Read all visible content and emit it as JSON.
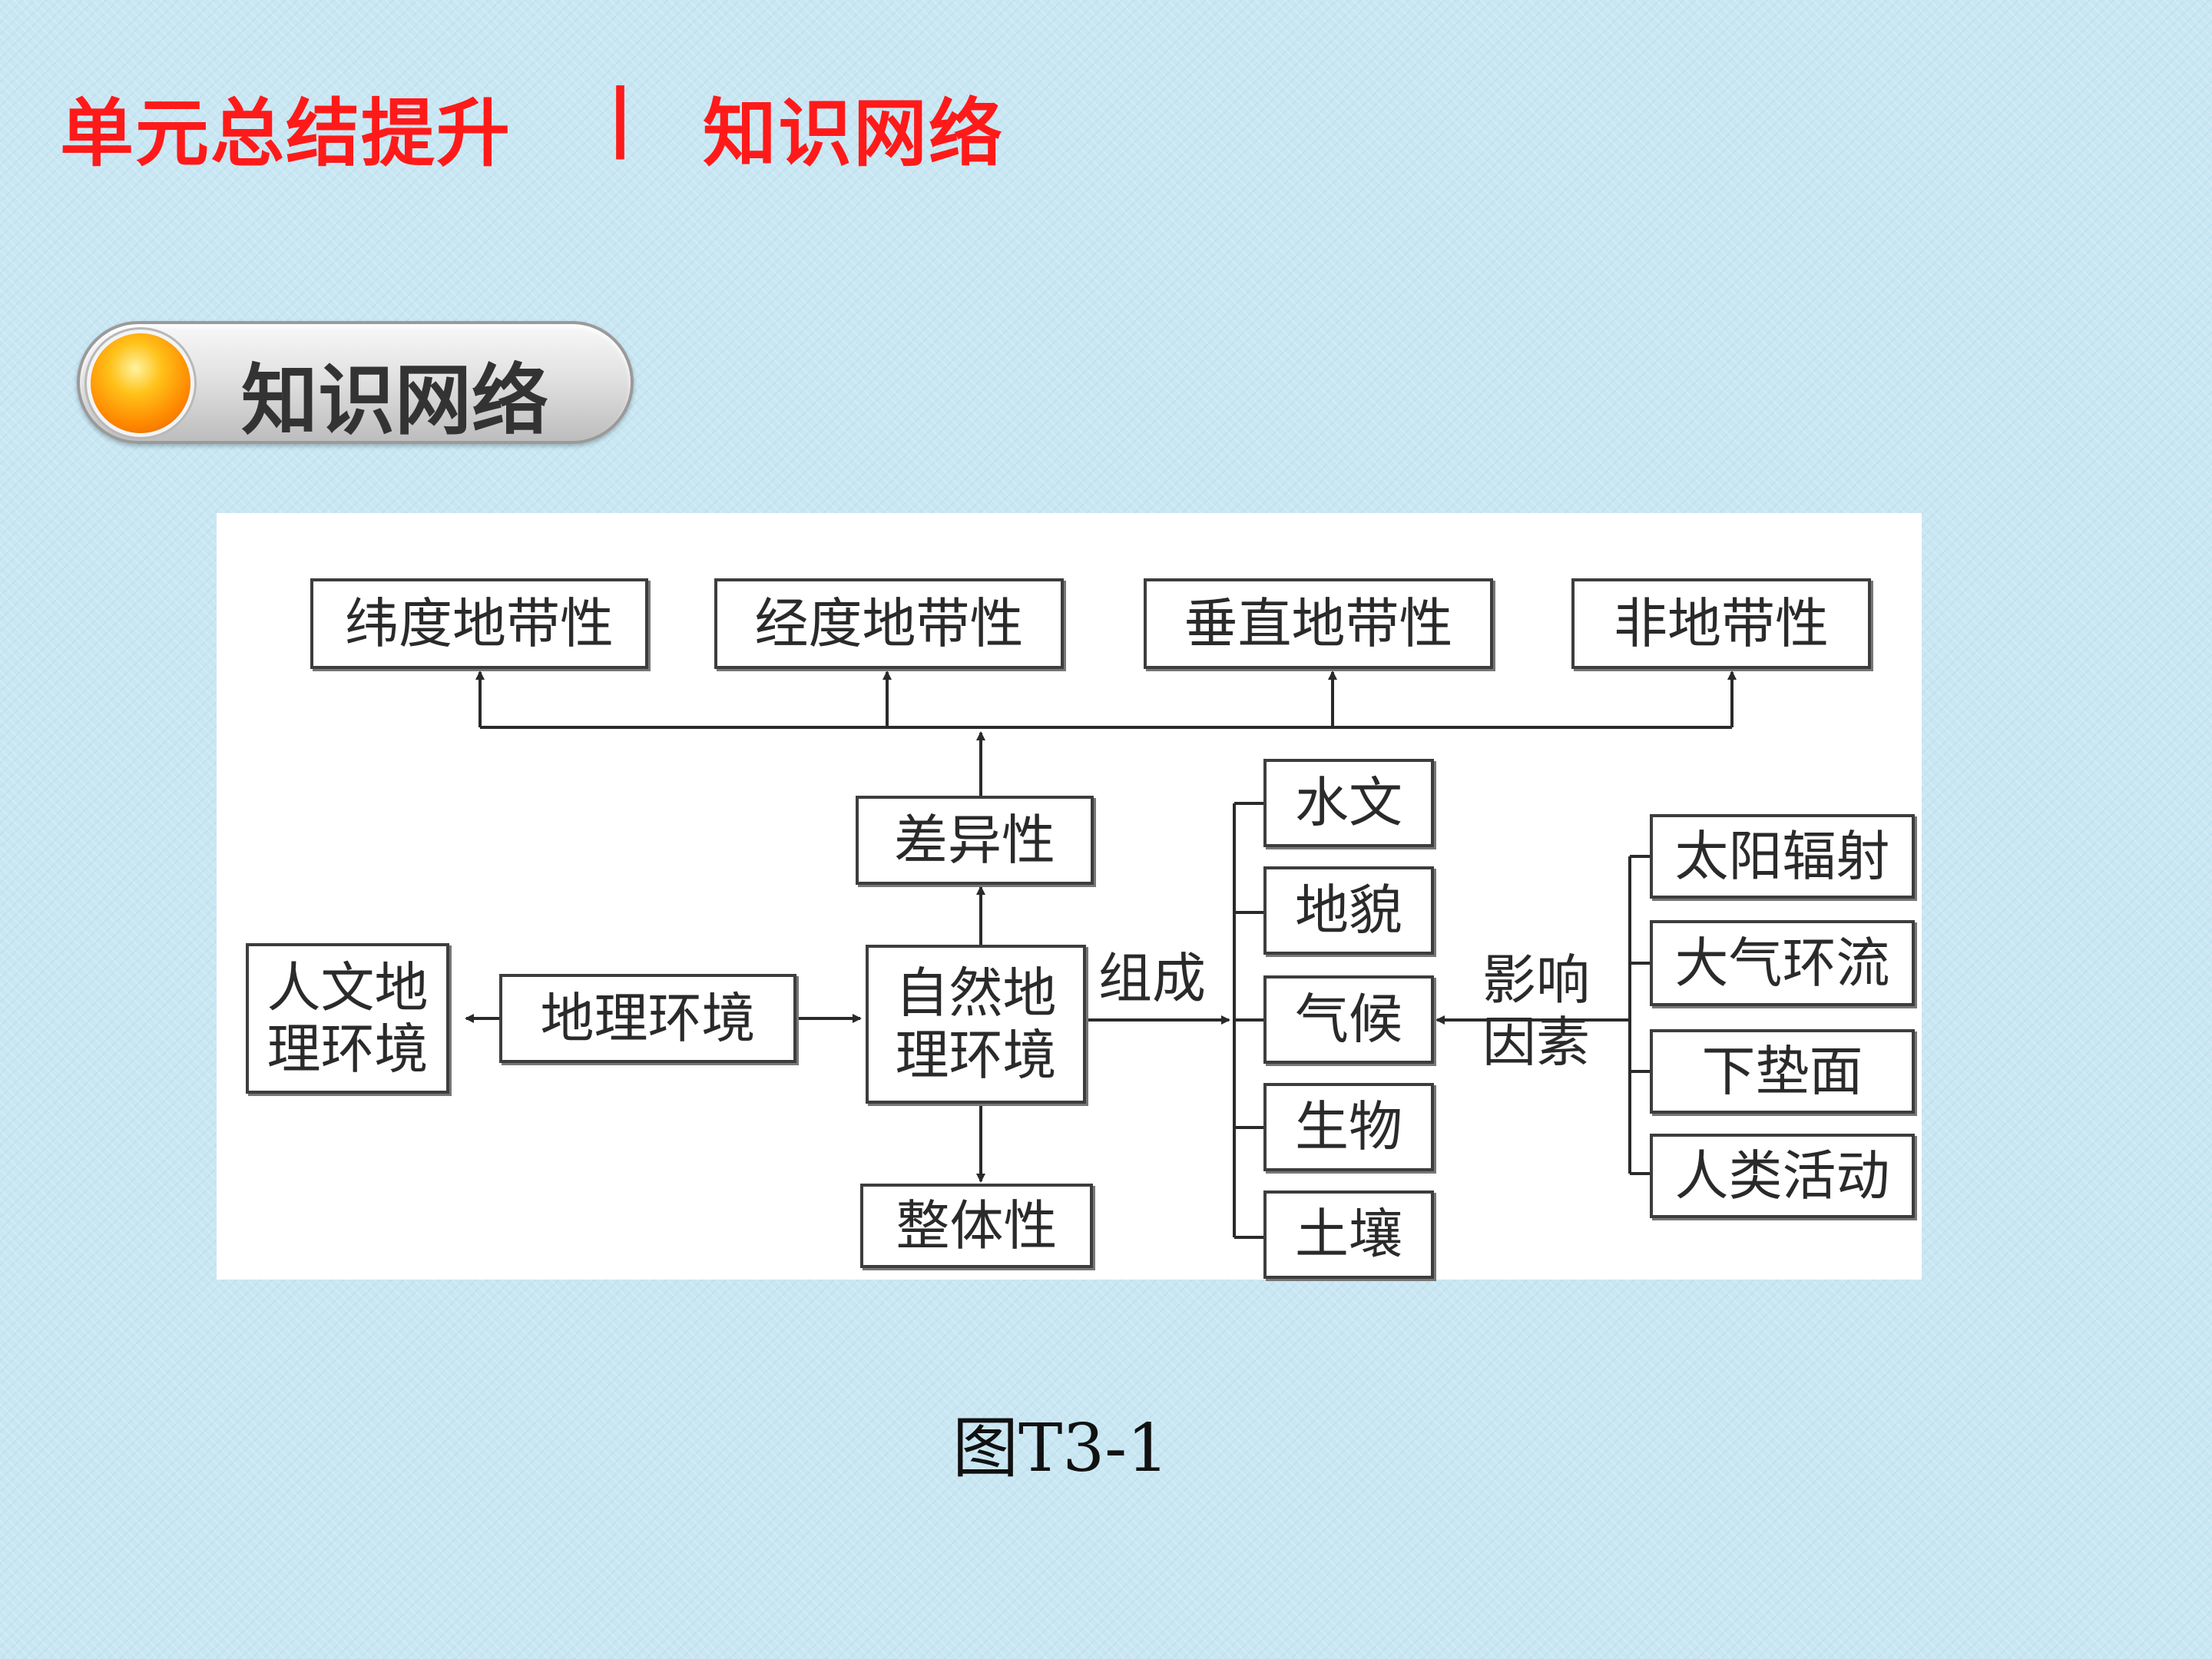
{
  "header": {
    "title": "单元总结提升",
    "separator": "|",
    "subtitle": "知识网络"
  },
  "badge": {
    "label": "知识网络"
  },
  "diagram": {
    "nodes": {
      "latitudinal": "纬度地带性",
      "longitudinal": "经度地带性",
      "vertical": "垂直地带性",
      "azonal": "非地带性",
      "difference": "差异性",
      "human_env": "人文地\n理环境",
      "geo_env": "地理环境",
      "natural_env": "自然地\n理环境",
      "integrity": "整体性",
      "hydrology": "水文",
      "landform": "地貌",
      "climate": "气候",
      "biology": "生物",
      "soil": "土壤",
      "solar": "太阳辐射",
      "circulation": "大气环流",
      "surface": "下垫面",
      "human_activity": "人类活动"
    },
    "labels": {
      "composition": "组成",
      "factors": "影响\n因素"
    }
  },
  "caption": "图T3-1"
}
